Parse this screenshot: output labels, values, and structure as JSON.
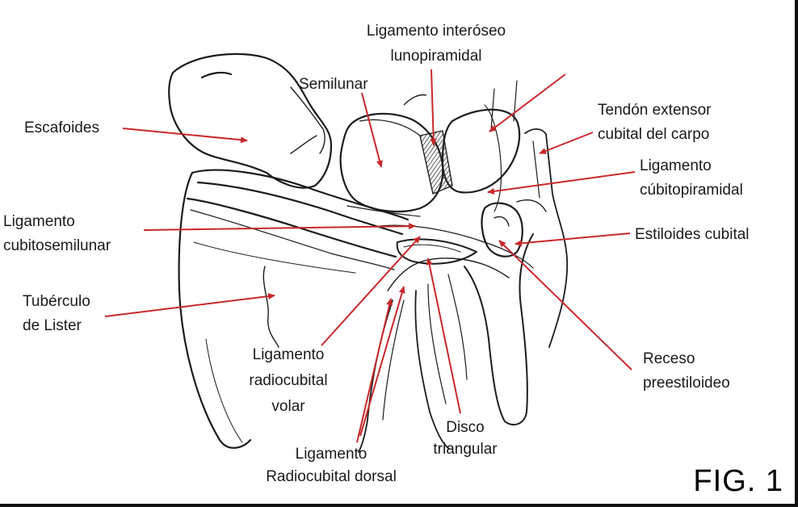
{
  "figure": {
    "tag": "FIG. 1",
    "accent_color": "#c8282b",
    "labels": {
      "escafoides": "Escafoides",
      "semilunar": "Semilunar",
      "lig_interoseo_1": "Ligamento interóseo",
      "lig_interoseo_2": "lunopiramidal",
      "tendon_1": "Tendón extensor",
      "tendon_2": "cubital del carpo",
      "lig_cubitopiramidal_1": "Ligamento",
      "lig_cubitopiramidal_2": "cúbitopiramidal",
      "lig_cubitosemilunar_1": "Ligamento",
      "lig_cubitosemilunar_2": "cubitosemilunar",
      "estiloides": "Estiloides cubital",
      "tuberculo_1": "Tubérculo",
      "tuberculo_2": "de Lister",
      "lig_volar_1": "Ligamento",
      "lig_volar_2": "radiocubital",
      "lig_volar_3": "volar",
      "receso_1": "Receso",
      "receso_2": "preestiloideo",
      "disco_1": "Disco",
      "disco_2": "triangular",
      "lig_dorsal_1": "Ligamento",
      "lig_dorsal_2": "Radiocubital dorsal"
    }
  }
}
